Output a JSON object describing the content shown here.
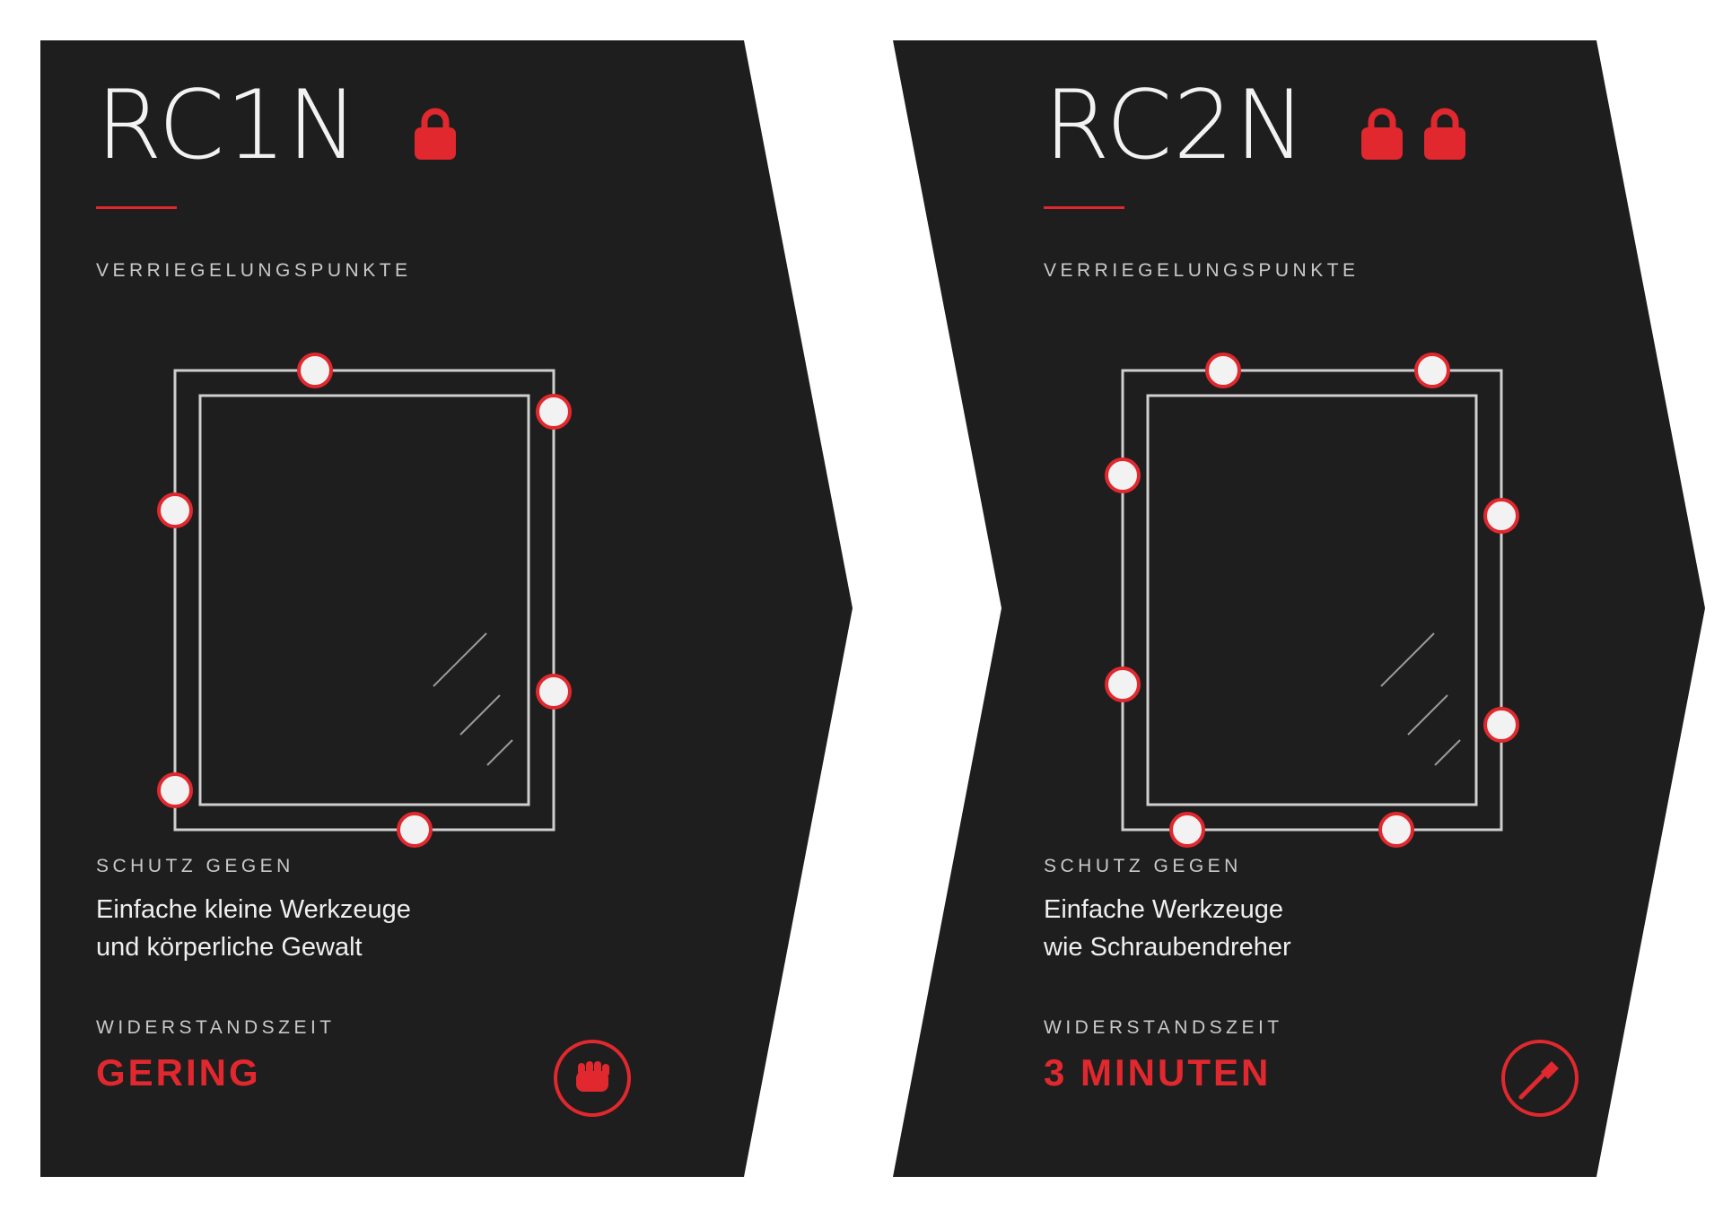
{
  "colors": {
    "panel_background": "#1e1e1e",
    "accent": "#e0282e",
    "text_primary": "#f2f2f2",
    "text_secondary": "#c9c9c9",
    "frame_stroke": "#cfcfcf",
    "lock_point_fill": "#f2f2f2"
  },
  "panels": [
    {
      "title": "RC1N",
      "lock_icon": "padlock-icon",
      "lock_count": 1,
      "locking_points_label": "VERRIEGELUNGSPUNKTE",
      "locking_point_count": 6,
      "protection_label": "SCHUTZ GEGEN",
      "protection_lines": [
        "Einfache kleine Werkzeuge",
        "und körperliche Gewalt"
      ],
      "resistance_label": "WIDERSTANDSZEIT",
      "resistance_value": "GERING",
      "tool_icon": "fist-icon"
    },
    {
      "title": "RC2N",
      "lock_icon": "padlock-icon",
      "lock_count": 2,
      "locking_points_label": "VERRIEGELUNGSPUNKTE",
      "locking_point_count": 8,
      "protection_label": "SCHUTZ GEGEN",
      "protection_lines": [
        "Einfache Werkzeuge",
        "wie Schraubendreher"
      ],
      "resistance_label": "WIDERSTANDSZEIT",
      "resistance_value": "3 MINUTEN",
      "tool_icon": "screwdriver-icon"
    }
  ]
}
